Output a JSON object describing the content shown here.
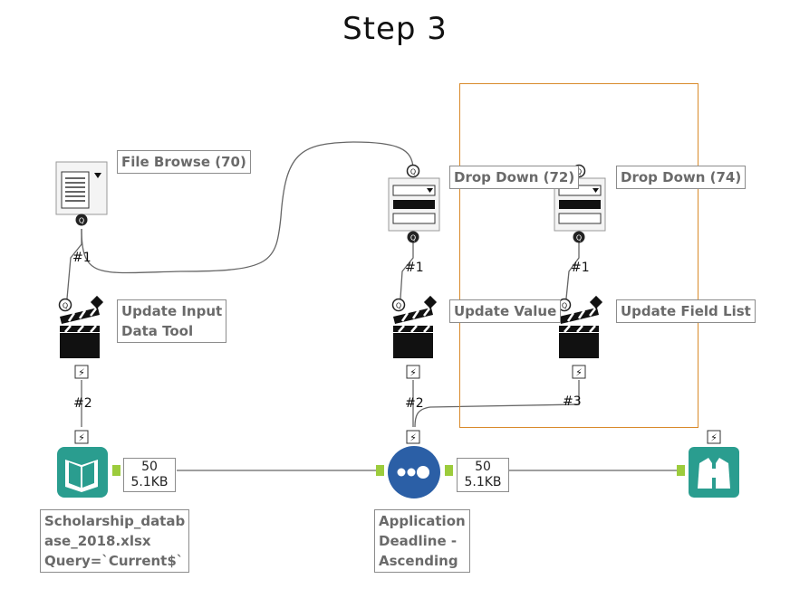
{
  "title": "Step 3",
  "tools": {
    "file_browse": "File Browse (70)",
    "drop_down_72": "Drop Down (72)",
    "drop_down_74": "Drop Down (74)",
    "update_input_line1": "Update Input",
    "update_input_line2": "Data Tool",
    "update_value": "Update Value",
    "update_field_list": "Update Field List",
    "input_line1": "Scholarship_datab",
    "input_line2": "ase_2018.xlsx",
    "input_line3": "Query=`Current$`",
    "sort_line1": "Application",
    "sort_line2": "Deadline -",
    "sort_line3": "Ascending"
  },
  "connections": {
    "c1": "#1",
    "c2": "#1",
    "c3": "#1",
    "c4": "#2",
    "c5": "#2",
    "c6": "#3"
  },
  "counts": {
    "input_rows": "50",
    "input_size": "5.1KB",
    "sort_rows": "50",
    "sort_size": "5.1KB"
  },
  "colors": {
    "selection": "#d98a2b",
    "input_tool": "#2a9d8f",
    "sort_tool": "#2b5fa6",
    "browse_tool": "#2a9d8f",
    "anchor": "#9ccc3c"
  }
}
